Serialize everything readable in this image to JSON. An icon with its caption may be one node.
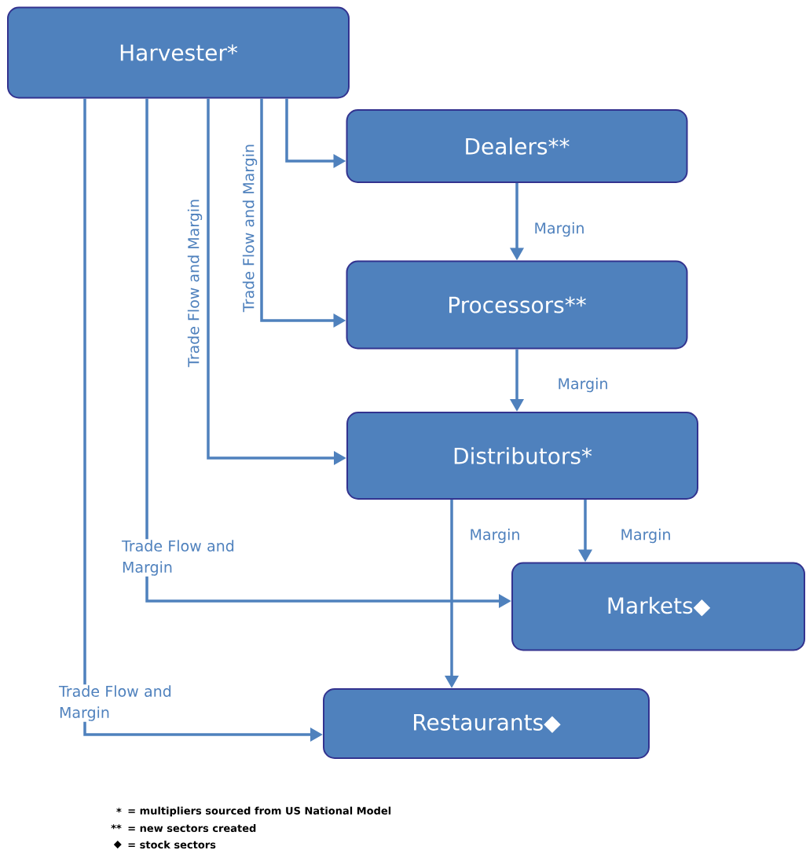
{
  "diagram": {
    "nodes": [
      {
        "text": [
          "Harvester*"
        ]
      },
      {
        "text": [
          "Dealers**"
        ]
      },
      {
        "text": [
          "Processors**"
        ]
      },
      {
        "text": [
          "Distributors*"
        ]
      },
      {
        "text": [
          "Markets◆"
        ]
      },
      {
        "text": [
          "Restaurants◆"
        ]
      }
    ],
    "edges": [
      {
        "from": 0,
        "to": 1,
        "arrow": "to"
      },
      {
        "from": 0,
        "to": 2,
        "arrow": "to",
        "label": "Trade Flow and Margin"
      },
      {
        "from": 0,
        "to": 3,
        "arrow": "to",
        "label": "Trade Flow and Margin"
      },
      {
        "from": 0,
        "to": 4,
        "arrow": "to",
        "label": "Trade Flow and Margin"
      },
      {
        "from": 0,
        "to": 5,
        "arrow": "to",
        "label": "Trade Flow and Margin"
      },
      {
        "from": 1,
        "to": 2,
        "arrow": "to",
        "label": "Margin"
      },
      {
        "from": 2,
        "to": 3,
        "arrow": "to",
        "label": "Margin"
      },
      {
        "from": 3,
        "to": 4,
        "arrow": "to",
        "label": "Margin"
      },
      {
        "from": 3,
        "to": 5,
        "arrow": "to",
        "label": "Margin"
      }
    ],
    "labels": [
      "*",
      "= multipliers sourced from US National Model",
      "**",
      "= new sectors created",
      "◆",
      "= stock sectors"
    ]
  }
}
